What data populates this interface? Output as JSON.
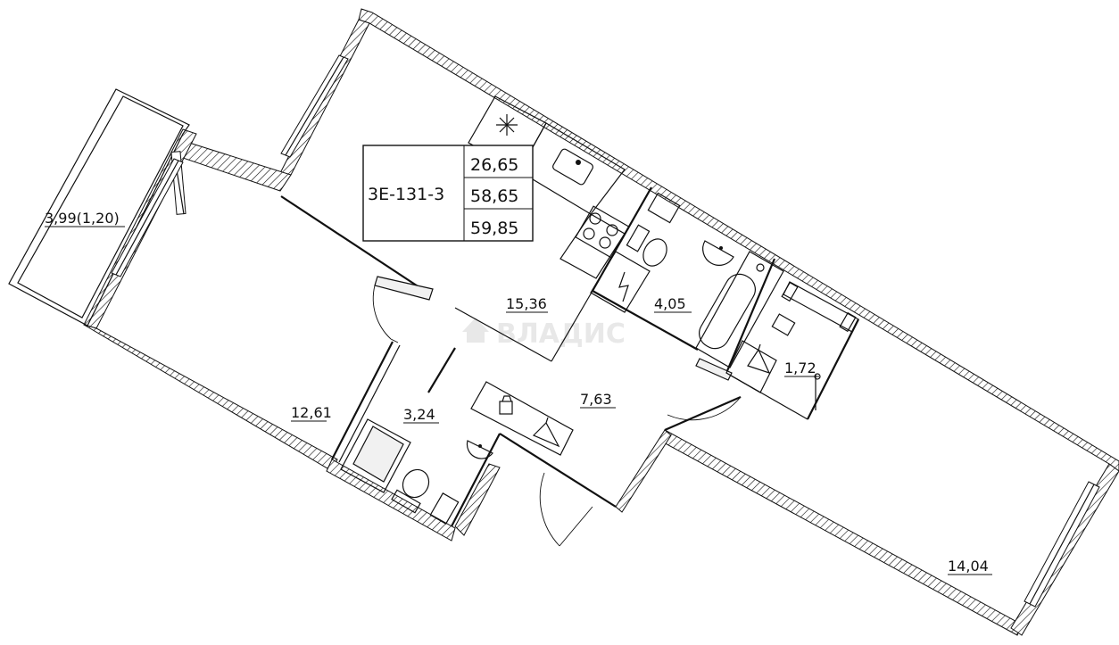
{
  "apartment": {
    "code": "3E-131-3",
    "areas": [
      "26,65",
      "58,65",
      "59,85"
    ]
  },
  "rooms": {
    "balcony": "3,99(1,20)",
    "kitchen_living": "15,36",
    "bathroom": "4,05",
    "wardrobe": "1,72",
    "hall": "7,63",
    "bedroom_left": "12,61",
    "toilet": "3,24",
    "bedroom_right": "14,04"
  },
  "watermark": "ВЛАДИС"
}
